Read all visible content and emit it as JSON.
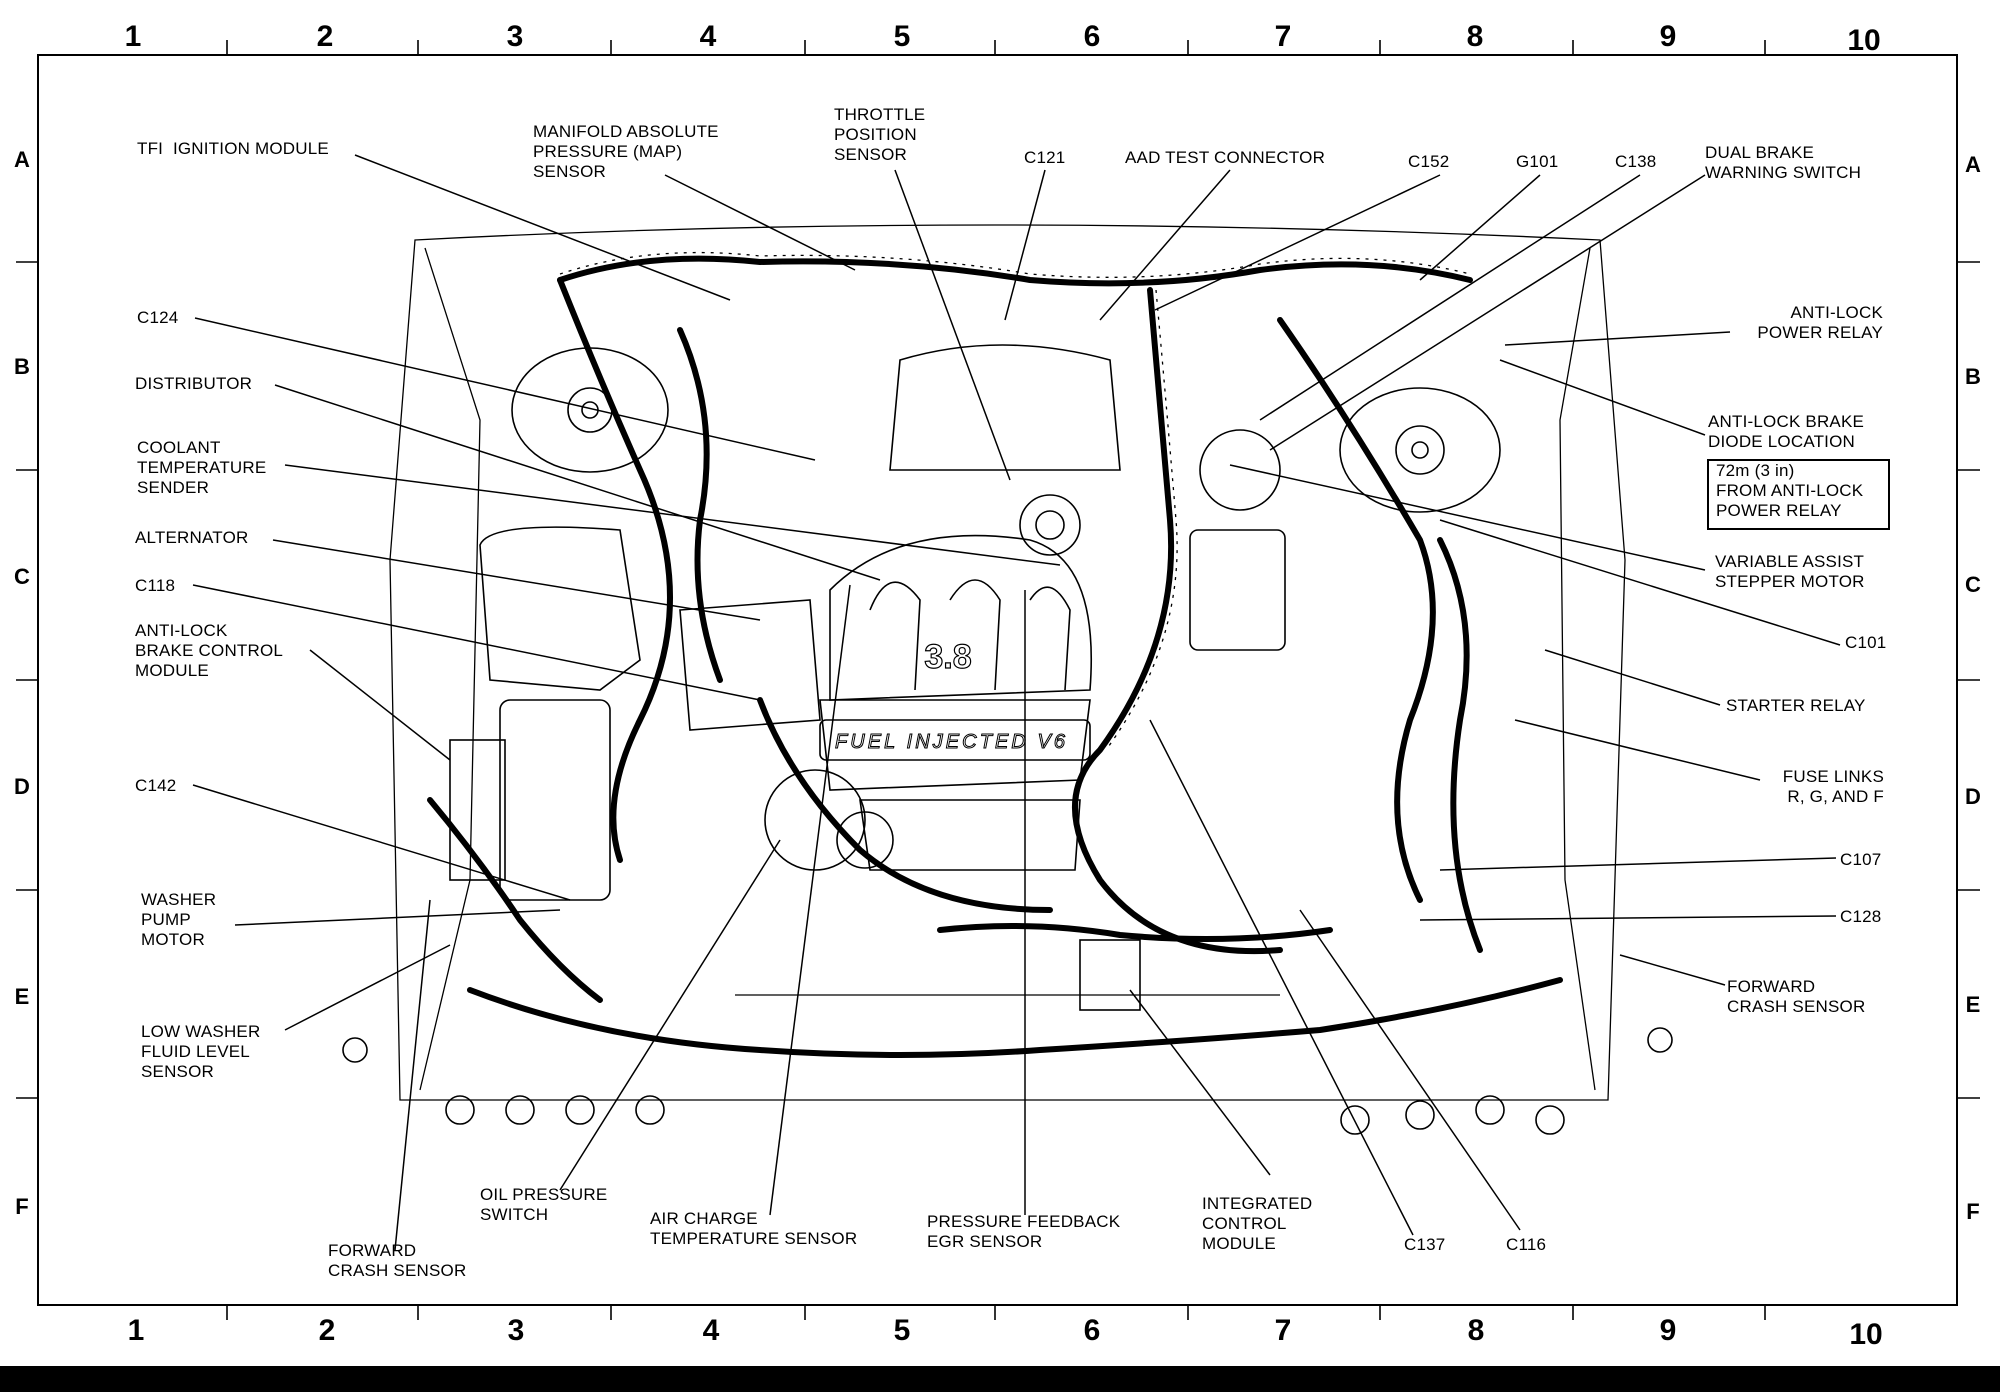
{
  "grid": {
    "columns": [
      "1",
      "2",
      "3",
      "4",
      "5",
      "6",
      "7",
      "8",
      "9",
      "10"
    ],
    "rows": [
      "A",
      "B",
      "C",
      "D",
      "E",
      "F"
    ]
  },
  "labels": {
    "tfi_ignition_module": "TFI  IGNITION MODULE",
    "map_sensor": "MANIFOLD ABSOLUTE\nPRESSURE (MAP)\nSENSOR",
    "throttle_position_sensor": "THROTTLE\nPOSITION\nSENSOR",
    "c121": "C121",
    "aad_test_connector": "AAD TEST CONNECTOR",
    "c152": "C152",
    "g101": "G101",
    "c138": "C138",
    "dual_brake_warning_switch": "DUAL BRAKE\nWARNING SWITCH",
    "anti_lock_power_relay": "ANTI-LOCK\nPOWER RELAY",
    "anti_lock_brake_diode_location": "ANTI-LOCK BRAKE\nDIODE LOCATION",
    "diode_note": "72m (3 in)\nFROM ANTI-LOCK\nPOWER RELAY",
    "variable_assist_stepper_motor": "VARIABLE ASSIST\nSTEPPER MOTOR",
    "c101": "C101",
    "starter_relay": "STARTER RELAY",
    "fuse_links": "FUSE LINKS\nR, G, AND F",
    "c107": "C107",
    "c128": "C128",
    "forward_crash_sensor_right": "FORWARD\nCRASH SENSOR",
    "c124": "C124",
    "distributor": "DISTRIBUTOR",
    "coolant_temperature_sender": "COOLANT\nTEMPERATURE\nSENDER",
    "alternator": "ALTERNATOR",
    "c118": "C118",
    "anti_lock_brake_control_module": "ANTI-LOCK\nBRAKE CONTROL\nMODULE",
    "c142": "C142",
    "washer_pump_motor": "WASHER\nPUMP\nMOTOR",
    "low_washer_fluid_level_sensor": "LOW WASHER\nFLUID LEVEL\nSENSOR",
    "forward_crash_sensor_left": "FORWARD\nCRASH SENSOR",
    "oil_pressure_switch": "OIL PRESSURE\nSWITCH",
    "air_charge_temperature_sensor": "AIR CHARGE\nTEMPERATURE SENSOR",
    "pressure_feedback_egr_sensor": "PRESSURE FEEDBACK\nEGR SENSOR",
    "integrated_control_module": "INTEGRATED\nCONTROL\nMODULE",
    "c137": "C137",
    "c116": "C116"
  },
  "engine_marks": {
    "displacement": "3.8",
    "badge": "FUEL INJECTED V6"
  },
  "colors": {
    "ink": "#000000",
    "paper": "#ffffff"
  }
}
